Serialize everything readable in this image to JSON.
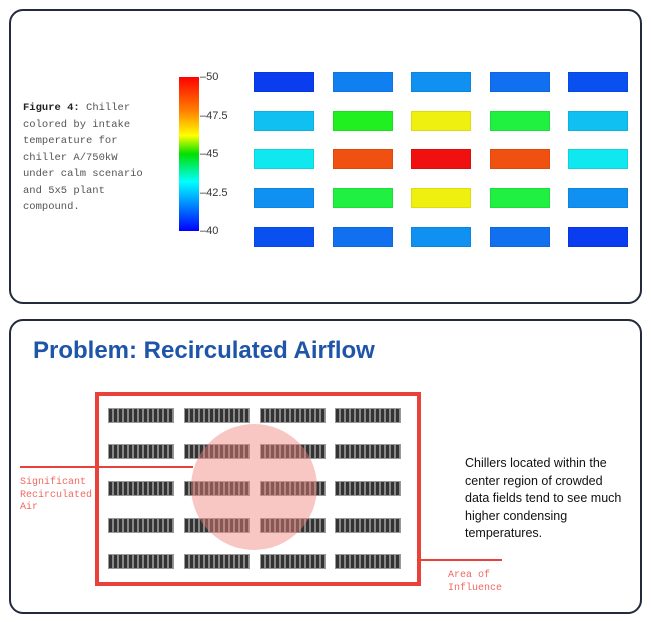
{
  "figure": {
    "label": "Figure 4:",
    "caption": " Chiller colored by intake temperature for chiller A/750kW under calm scenario and 5x5 plant compound.",
    "colorbar_ticks": [
      "50",
      "47.5",
      "45",
      "42.5",
      "40"
    ],
    "chiller_colors": [
      [
        "#0a3cf0",
        "#1080f0",
        "#1090f0",
        "#1070f0",
        "#0a4ff0"
      ],
      [
        "#10c0f0",
        "#20f020",
        "#f0f010",
        "#20f040",
        "#10c0f0"
      ],
      [
        "#10e8f0",
        "#f05010",
        "#f01010",
        "#f05010",
        "#10e8f0"
      ],
      [
        "#1090f0",
        "#20f040",
        "#f0f010",
        "#20f040",
        "#1090f0"
      ],
      [
        "#0a50f0",
        "#1070f0",
        "#1090f0",
        "#1070f0",
        "#0a3cf0"
      ]
    ]
  },
  "problem": {
    "title": "Problem: Recirculated Airflow",
    "label_recirc": "Significant Recirculated Air",
    "label_area": "Area of Influence",
    "description": "Chillers located within the center region of crowded data fields tend to see much higher condensing temperatures.",
    "accent": "#e8423a"
  }
}
